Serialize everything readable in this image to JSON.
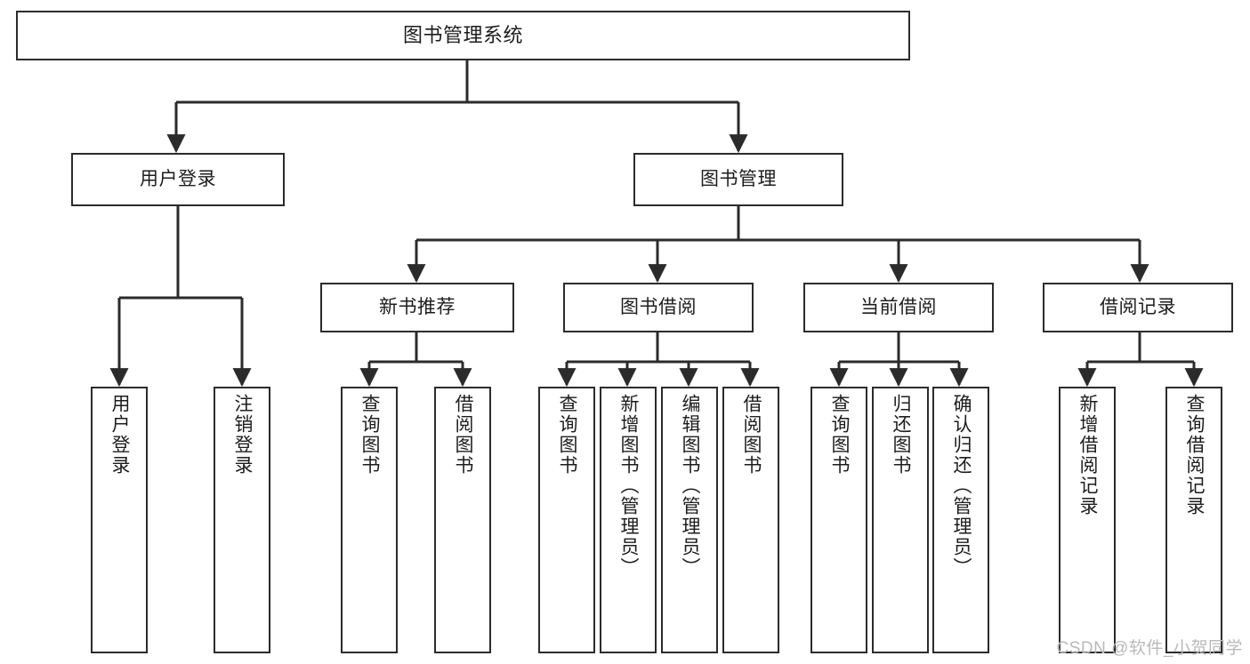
{
  "diagram": {
    "title": "图书管理系统",
    "type": "tree-hierarchy",
    "watermark": "CSDN @软件_小贺同学",
    "colors": {
      "box_border": "#2b2b2b",
      "box_fill": "#ffffff",
      "connector": "#2b2b2b",
      "text": "#1d1d1d",
      "watermark": "#b9b9b9",
      "background": "#ffffff"
    },
    "nodes": {
      "root": {
        "label": "图书管理系统"
      },
      "level2": [
        {
          "label": "用户登录"
        },
        {
          "label": "图书管理"
        }
      ],
      "level3": [
        {
          "label": "新书推荐"
        },
        {
          "label": "图书借阅"
        },
        {
          "label": "当前借阅"
        },
        {
          "label": "借阅记录"
        }
      ],
      "leaves_user_login": [
        {
          "label": "用户登录"
        },
        {
          "label": "注销登录"
        }
      ],
      "leaves_new_book": [
        {
          "label": "查询图书"
        },
        {
          "label": "借阅图书"
        }
      ],
      "leaves_borrow": [
        {
          "label": "查询图书"
        },
        {
          "label": "新增图书（管理员）"
        },
        {
          "label": "编辑图书（管理员）"
        },
        {
          "label": "借阅图书"
        }
      ],
      "leaves_current": [
        {
          "label": "查询图书"
        },
        {
          "label": "归还图书"
        },
        {
          "label": "确认归还（管理员）"
        }
      ],
      "leaves_records": [
        {
          "label": "新增借阅记录"
        },
        {
          "label": "查询借阅记录"
        }
      ]
    }
  }
}
